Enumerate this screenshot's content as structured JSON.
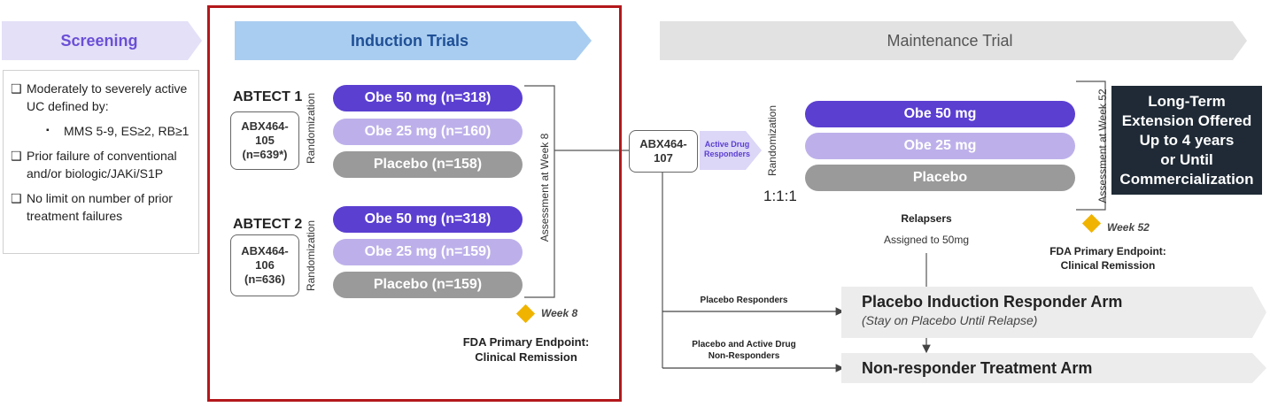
{
  "phases": {
    "screening": "Screening",
    "induction": "Induction Trials",
    "maintenance": "Maintenance Trial"
  },
  "screening_box": {
    "item1": "Moderately to severely active UC defined by:",
    "sub1": "MMS 5-9, ES≥2, RB≥1",
    "item2": "Prior failure of conventional and/or biologic/JAKi/S1P",
    "item3": "No limit on number of prior treatment failures",
    "checkbox_glyph": "❑",
    "bullet_glyph": "▪"
  },
  "induction": {
    "trial1": {
      "name": "ABTECT 1",
      "study": "ABX464-\n105\n(n=639*)",
      "arms": [
        "Obe 50 mg (n=318)",
        "Obe 25 mg (n=160)",
        "Placebo (n=158)"
      ]
    },
    "trial2": {
      "name": "ABTECT 2",
      "study": "ABX464-\n106\n(n=636)",
      "arms": [
        "Obe 50 mg (n=318)",
        "Obe 25 mg (n=159)",
        "Placebo (n=159)"
      ]
    },
    "randomization": "Randomization",
    "assessment": "Assessment at Week 8",
    "week": "Week 8",
    "endpoint": "FDA Primary Endpoint:\nClinical Remission"
  },
  "maintenance": {
    "study": "ABX464-\n107",
    "active_drug_responders": "Active Drug\nResponders",
    "randomization": "Randomization",
    "ratio": "1:1:1",
    "arms": [
      "Obe 50 mg",
      "Obe 25 mg",
      "Placebo"
    ],
    "assessment": "Assessment at Week 52",
    "relapsers": "Relapsers",
    "assigned": "Assigned to 50mg",
    "week": "Week 52",
    "endpoint": "FDA Primary Endpoint:\nClinical Remission",
    "long_term": "Long-Term\nExtension Offered\nUp to 4 years\nor Until\nCommercialization",
    "placebo_responders": "Placebo Responders",
    "non_responders": "Placebo and Active Drug\nNon-Responders",
    "placebo_arm_title": "Placebo Induction Responder Arm",
    "placebo_arm_sub": "(Stay on Placebo Until Relapse)",
    "nonresponder_arm_title": "Non-responder Treatment Arm"
  },
  "colors": {
    "screening_chevron": "#e4e0f7",
    "induction_chevron": "#a9cdf0",
    "maintenance_chevron": "#e2e2e2",
    "dark_purple": "#5b3fd1",
    "light_purple": "#bdb0ea",
    "grey": "#9a9a9a",
    "highlight_border": "#b3181b",
    "long_term_bg": "#1f2a36",
    "diamond": "#f0b400"
  }
}
